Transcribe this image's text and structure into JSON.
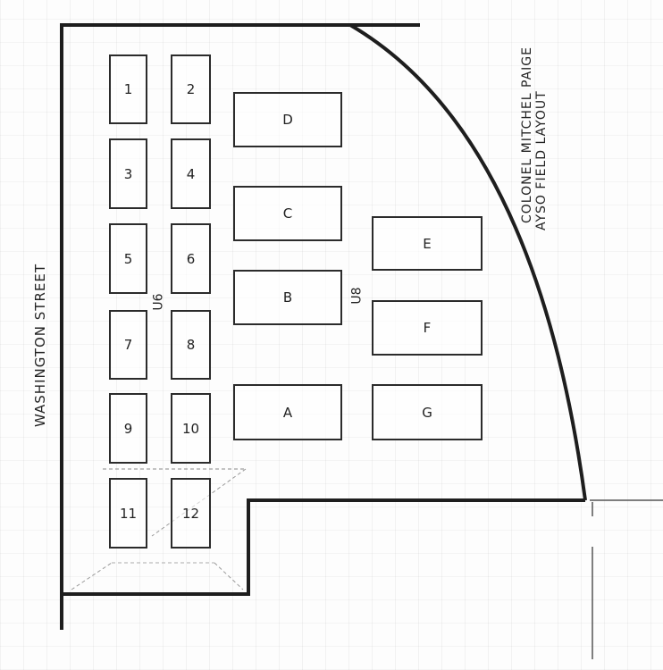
{
  "title": {
    "line1": "COLONEL MITCHEL PAIGE",
    "line2": "AYSO FIELD LAYOUT"
  },
  "street": {
    "label": "WASHINGTON STREET"
  },
  "age_groups": {
    "small_fields": "U6",
    "large_fields": "U8"
  },
  "small_fields": [
    {
      "label": "1"
    },
    {
      "label": "2"
    },
    {
      "label": "3"
    },
    {
      "label": "4"
    },
    {
      "label": "5"
    },
    {
      "label": "6"
    },
    {
      "label": "7"
    },
    {
      "label": "8"
    },
    {
      "label": "9"
    },
    {
      "label": "10"
    },
    {
      "label": "11"
    },
    {
      "label": "12"
    }
  ],
  "large_fields": [
    {
      "label": "D"
    },
    {
      "label": "C"
    },
    {
      "label": "B"
    },
    {
      "label": "A"
    },
    {
      "label": "E"
    },
    {
      "label": "F"
    },
    {
      "label": "G"
    }
  ],
  "colors": {
    "boundary": "#1e1e1e",
    "field_outline": "#2b2b2b",
    "grid": "#d8d8d8"
  }
}
